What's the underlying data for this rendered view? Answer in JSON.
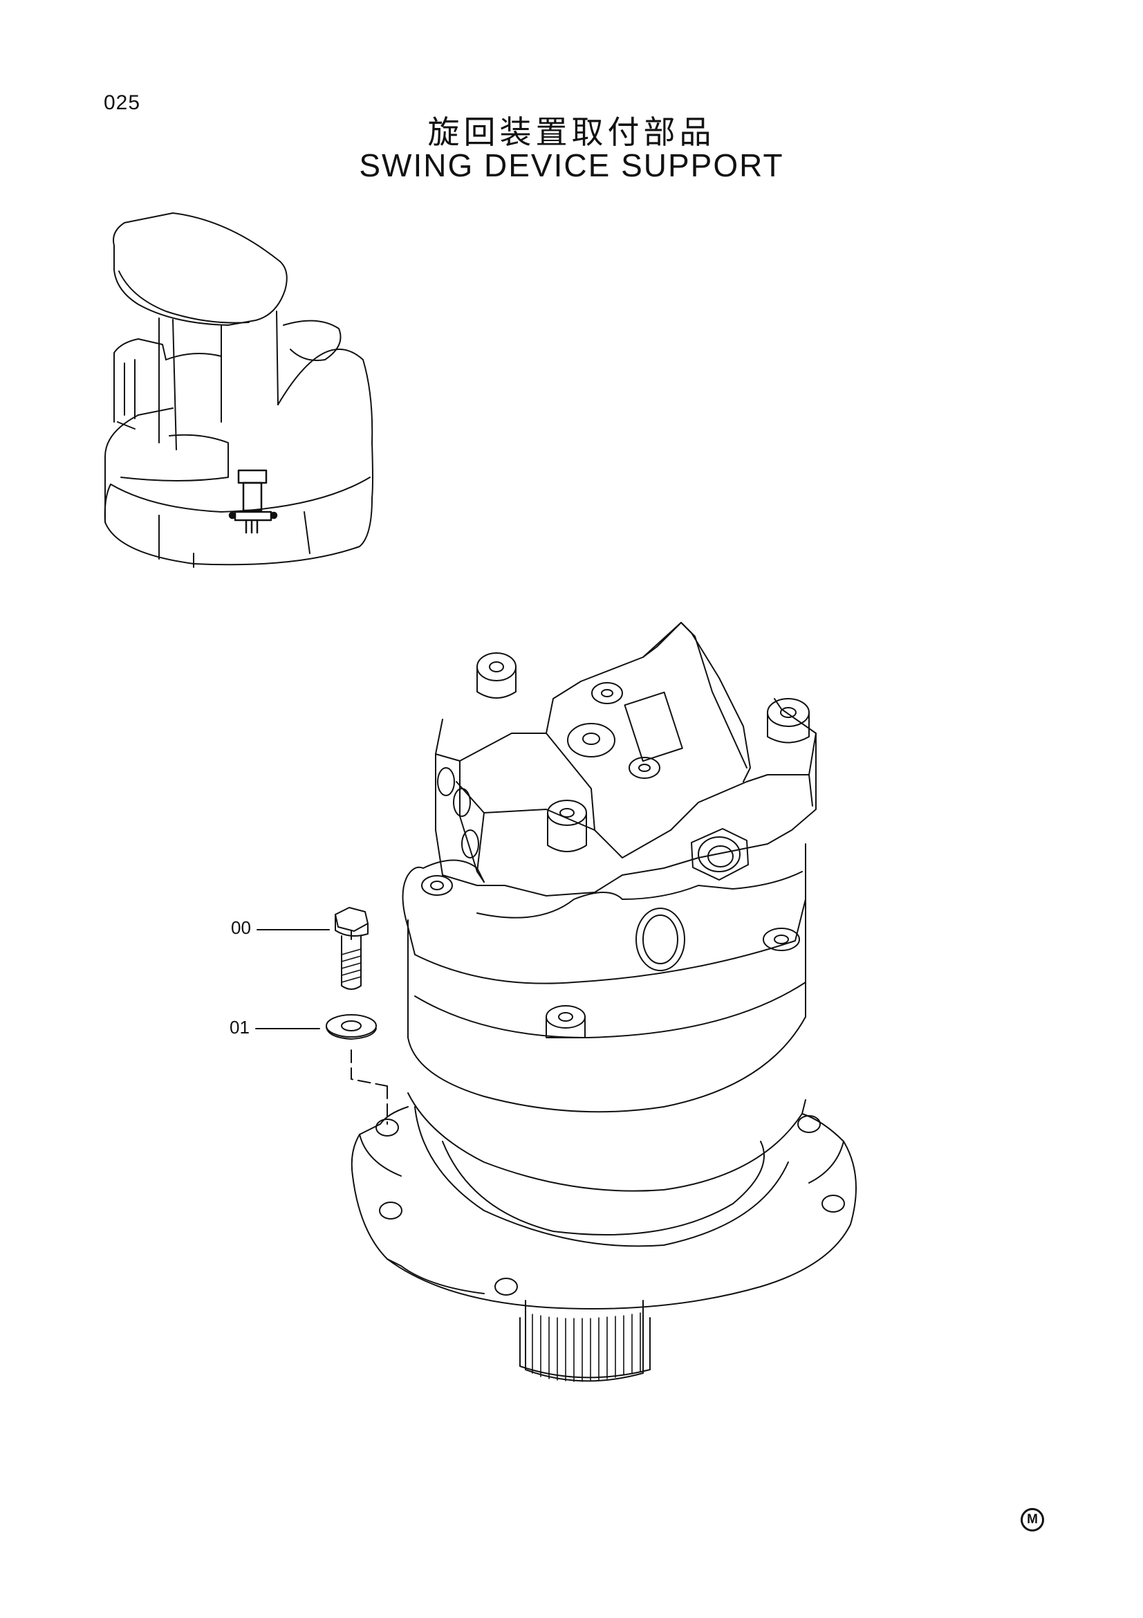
{
  "page": {
    "number": "025",
    "title_jp": "旋回装置取付部品",
    "title_en": "SWING DEVICE SUPPORT",
    "mark": "M"
  },
  "callouts": [
    {
      "id": "00",
      "label": "00"
    },
    {
      "id": "01",
      "label": "01"
    }
  ]
}
